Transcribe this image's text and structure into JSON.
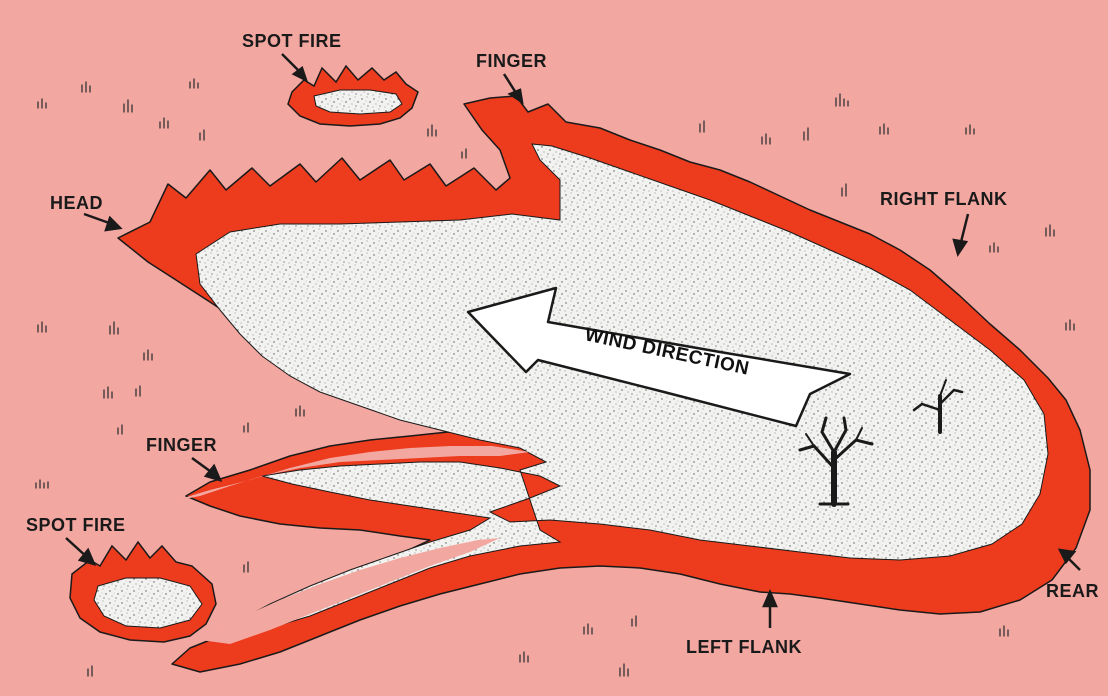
{
  "diagram": {
    "labels": {
      "spot_fire_top": "SPOT FIRE",
      "finger_top": "FINGER",
      "head": "HEAD",
      "right_flank": "RIGHT FLANK",
      "finger_left": "FINGER",
      "spot_fire_bottom": "SPOT FIRE",
      "rear": "REAR",
      "left_flank": "LEFT FLANK",
      "wind_direction": "WIND DIRECTION"
    },
    "colors": {
      "background": "#f3a7a1",
      "flame": "#ec3b1d",
      "burned_area": "#f2f2f0",
      "ink": "#1a1a1a"
    }
  }
}
